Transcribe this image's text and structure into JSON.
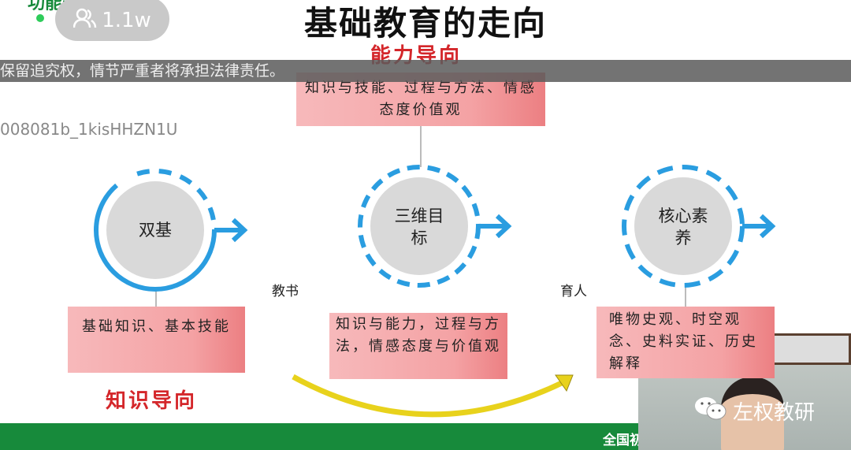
{
  "overlay": {
    "viewer_count": "1.1w",
    "notice": "保留追究权，情节严重者将承担法律责任。",
    "stream_id": "008081b_1kisHHZN1U",
    "logo_partial": "功能号"
  },
  "slide": {
    "title": "基础教育的走向",
    "top_label": "能力导向",
    "top_box": "知识与技能、过程与方法、情感态度价值观",
    "bottom_label": "知识导向",
    "stages": [
      {
        "circle": "双基",
        "box": "基础知识、基本技能"
      },
      {
        "circle": "三维目标",
        "box": "知识与能力，过程与方法，情感态度与价值观"
      },
      {
        "circle": "核心素养",
        "box": "唯物史观、时空观念、史料实证、历史解释"
      }
    ],
    "connector_left": "教书",
    "connector_right": "育人",
    "footer": "全国初"
  },
  "video": {
    "watermark": "左权教研"
  },
  "colors": {
    "ring": "#2a9de0",
    "accent_red": "#d4262a",
    "footer_green": "#178a3b"
  }
}
